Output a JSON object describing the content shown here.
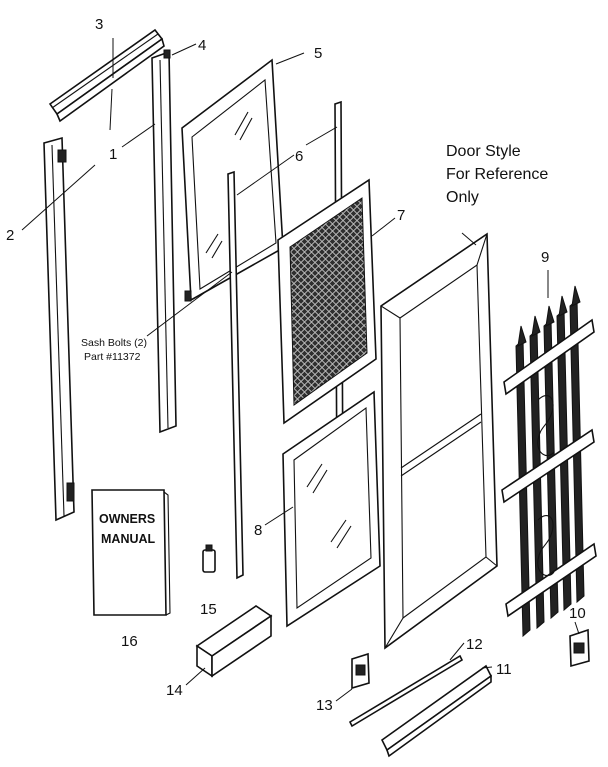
{
  "callouts": {
    "c1": "1",
    "c2": "2",
    "c3": "3",
    "c4": "4",
    "c5": "5",
    "c6": "6",
    "c7": "7",
    "c8": "8",
    "c9": "9",
    "c10": "10",
    "c11": "11",
    "c12": "12",
    "c13": "13",
    "c14": "14",
    "c15": "15",
    "c16": "16"
  },
  "sash_bolts": {
    "line1": "Sash Bolts (2)",
    "line2": "Part #11372"
  },
  "door_style": {
    "line1": "Door Style",
    "line2": "For Reference",
    "line3": "Only"
  },
  "manual": {
    "line1": "OWNERS",
    "line2": "MANUAL"
  },
  "palette": {
    "ink": "#111111",
    "paper": "#ffffff",
    "screen_fill": "#3a3a3a"
  }
}
